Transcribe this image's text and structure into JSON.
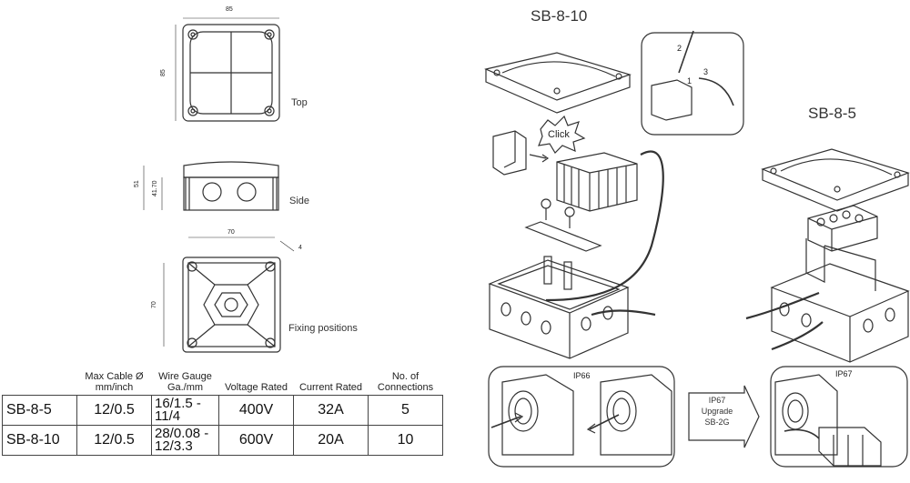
{
  "drawings": {
    "top": {
      "label": "Top",
      "width_dim": "85",
      "height_dim": "85"
    },
    "side": {
      "label": "Side",
      "dim_outer": "51",
      "dim_inner": "41.70"
    },
    "fixing": {
      "label": "Fixing positions",
      "width_dim": "70",
      "height_dim": "70",
      "diag_dim": "4"
    }
  },
  "products": {
    "sb_8_10": {
      "title": "SB-8-10",
      "click": "Click",
      "steps": [
        "2",
        "1",
        "3"
      ]
    },
    "sb_8_5": {
      "title": "SB-8-5"
    }
  },
  "ratings": {
    "ip66": "IP66",
    "upgrade_arrow": "IP67\nUpgrade\nSB-2G",
    "ip67": "IP67"
  },
  "table": {
    "headers": [
      "",
      "Max Cable Ø\nmm/inch",
      "Wire Gauge\nGa./mm",
      "Voltage Rated",
      "Current Rated",
      "No. of\nConnections"
    ],
    "rows": [
      [
        "SB-8-5",
        "12/0.5",
        "16/1.5 -\n11/4",
        "400V",
        "32A",
        "5"
      ],
      [
        "SB-8-10",
        "12/0.5",
        "28/0.08 -\n12/3.3",
        "600V",
        "20A",
        "10"
      ]
    ]
  }
}
